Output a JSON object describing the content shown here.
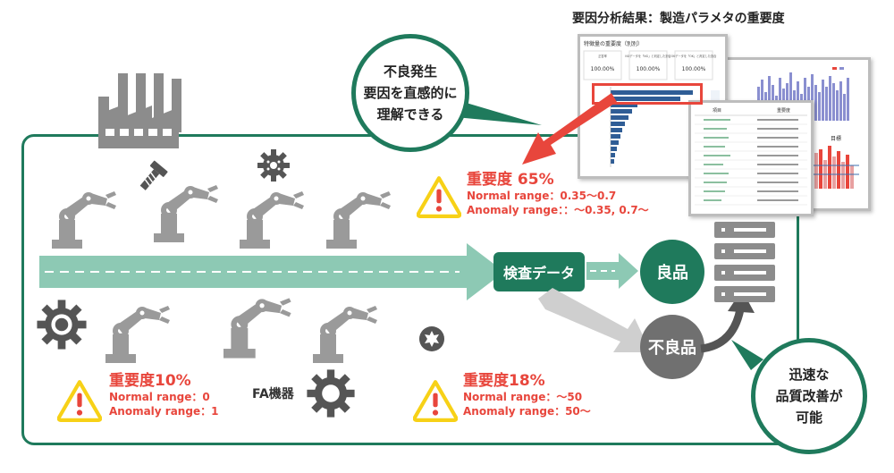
{
  "analysis_title": "要因分析結果：製造パラメタの重要度",
  "callout_top": [
    "不良発生",
    "要因を直感的に",
    "理解できる"
  ],
  "callout_bottom": [
    "迅速な",
    "品質改善が",
    "可能"
  ],
  "inspection_label": "検査データ",
  "good_label": "良品",
  "defect_label": "不良品",
  "fa_label": "FA機器",
  "importance_1": {
    "title": "重要度 65%",
    "normal": "Normal range：0.35〜0.7",
    "anomaly": "Anomaly range：：〜0.35, 0.7〜"
  },
  "importance_2": {
    "title": "重要度10%",
    "normal": "Normal range：0",
    "anomaly": "Anomaly range：1"
  },
  "importance_3": {
    "title": "重要度18%",
    "normal": "Normal range：〜50",
    "anomaly": "Anomaly range：50〜"
  },
  "panel_a": {
    "title": "特徴量の重要度（別別）",
    "box1_label": "正答率",
    "box1_value": "100.00%",
    "box2_label": "NGデータを「NG」と判定した割合",
    "box2_value": "100.00%",
    "box3_label": "OKデータを「OK」と判定した割合",
    "box3_value": "100.00%"
  },
  "panel_b": {
    "col1": "項目",
    "col2": "重要度"
  },
  "panel_c": {
    "subtitle": "目標"
  },
  "colors": {
    "green": "#1f7a5c",
    "light_green": "#8dc9b4",
    "red": "#e8463c",
    "gray": "#8c8c8c",
    "yellow": "#f7d117",
    "bar_blue": "#2f5d96"
  }
}
